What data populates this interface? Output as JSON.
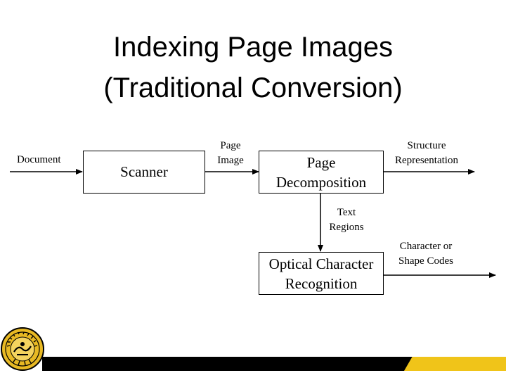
{
  "slide": {
    "title_line1": "Indexing Page Images",
    "title_line2": "(Traditional Conversion)"
  },
  "diagram": {
    "input_label": "Document",
    "scanner_label": "Scanner",
    "page_image_line1": "Page",
    "page_image_line2": "Image",
    "decomp_line1": "Page",
    "decomp_line2": "Decomposition",
    "structure_line1": "Structure",
    "structure_line2": "Representation",
    "text_regions_line1": "Text",
    "text_regions_line2": "Regions",
    "ocr_line1": "Optical Character",
    "ocr_line2": "Recognition",
    "output_line1": "Character or",
    "output_line2": "Shape Codes"
  },
  "colors": {
    "footer_bar": "#000000",
    "footer_accent": "#f0c419",
    "seal_gold": "#e8b923"
  },
  "footer": {
    "logo_icon": "university-seal-icon"
  }
}
